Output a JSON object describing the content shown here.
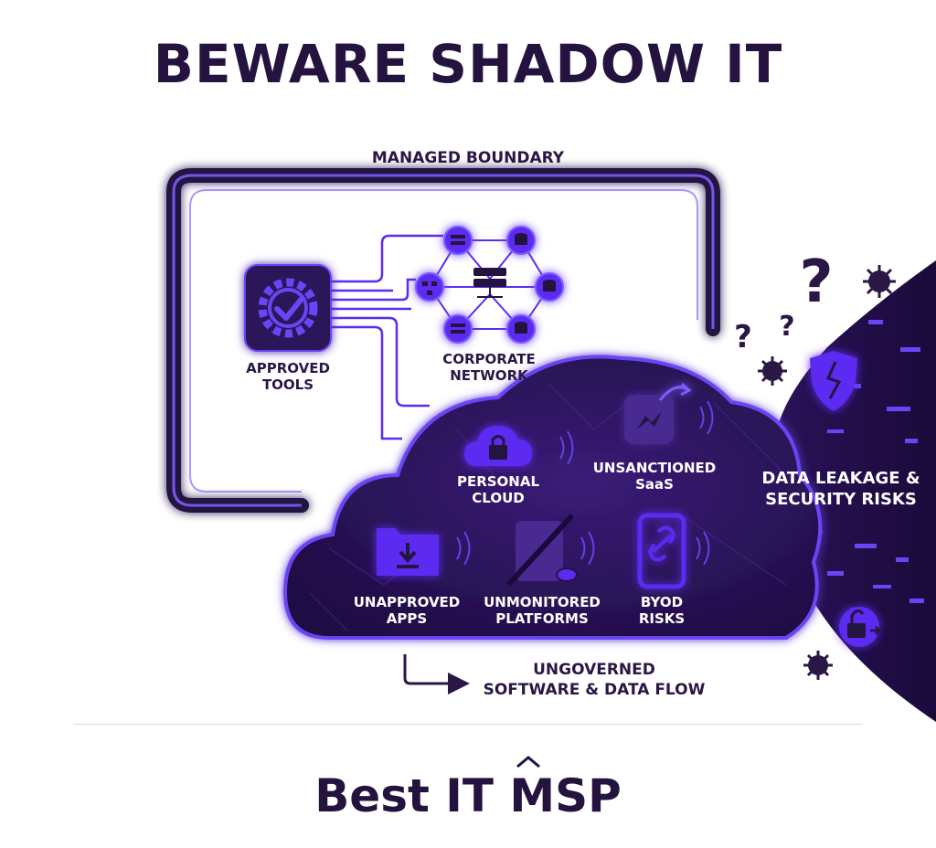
{
  "title": "BEWARE SHADOW IT",
  "boundary_label": "MANAGED BOUNDARY",
  "approved_tools": {
    "line1": "APPROVED",
    "line2": "TOOLS"
  },
  "corporate_network": {
    "line1": "CORPORATE",
    "line2": "NETWORK"
  },
  "personal_cloud": {
    "line1": "PERSONAL",
    "line2": "CLOUD"
  },
  "unsanctioned_saas": {
    "line1": "UNSANCTIONED",
    "line2": "SaaS"
  },
  "unapproved_apps": {
    "line1": "UNAPPROVED",
    "line2": "APPS"
  },
  "unmonitored_platforms": {
    "line1": "UNMONITORED",
    "line2": "PLATFORMS"
  },
  "byod_risks": {
    "line1": "BYOD",
    "line2": "RISKS"
  },
  "risk_label": {
    "line1": "DATA LEAKAGE &",
    "line2": "SECURITY RISKS"
  },
  "flow_label": {
    "line1": "UNGOVERNED",
    "line2": "SOFTWARE & DATA FLOW"
  },
  "question_marks": [
    "?",
    "?",
    "?"
  ],
  "brand": "Best IT MSP",
  "colors": {
    "accent": "#5b2bf0",
    "dark": "#24123f",
    "cloud": "#2b1458",
    "glow": "#7d5cff"
  },
  "icons": [
    "gear-check-icon",
    "server-icon",
    "database-icon",
    "network-icon",
    "lock-cloud-icon",
    "messenger-icon",
    "folder-download-icon",
    "hidden-platform-icon",
    "phone-link-icon",
    "broken-shield-icon",
    "virus-icon",
    "unlock-icon"
  ]
}
